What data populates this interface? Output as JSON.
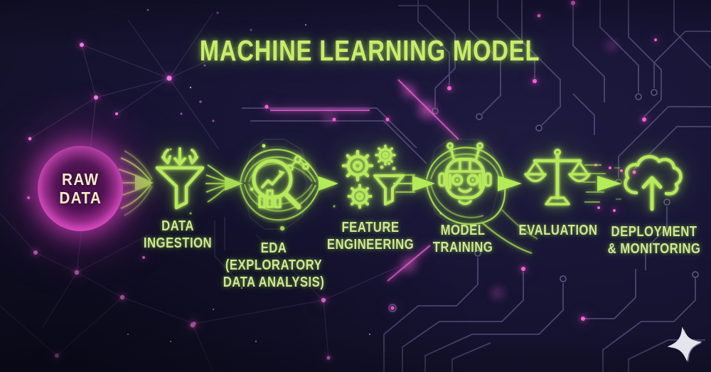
{
  "title": "MACHINE LEARNING MODEL",
  "source_node": {
    "name": "raw-data",
    "label_lines": [
      "RAW",
      "DATA"
    ]
  },
  "stages": [
    {
      "name": "data-ingestion",
      "icon": "funnel-ingestion-icon",
      "label_lines": [
        "DATA",
        "INGESTION"
      ]
    },
    {
      "name": "eda",
      "icon": "magnifier-analysis-icon",
      "label_lines": [
        "EDA",
        "(EXPLORATORY",
        "DATA ANALYSIS)"
      ]
    },
    {
      "name": "feature-engineering",
      "icon": "gears-funnel-icon",
      "label_lines": [
        "FEATURE",
        "ENGINEERING"
      ]
    },
    {
      "name": "model-training",
      "icon": "robot-icon",
      "label_lines": [
        "MODEL",
        "TRAINING"
      ]
    },
    {
      "name": "evaluation",
      "icon": "balance-scale-icon",
      "label_lines": [
        "EVALUATION"
      ]
    },
    {
      "name": "deployment-monitoring",
      "icon": "cloud-upload-icon",
      "label_lines": [
        "DEPLOYMENT",
        "& MONITORING"
      ]
    }
  ],
  "logo": {
    "name": "sparkle-logo"
  },
  "colors": {
    "background": "#171434",
    "title_green": "#c9ec69",
    "neon_green": "#b7ea5a",
    "label_green": "#cfe98f",
    "raw_node_pink": "#ec4fd0",
    "raw_text_cream": "#f3ecc4",
    "circuit_purple": "#55507a",
    "glow_pink": "#ff5fd8",
    "logo_white": "#e4e4ec"
  }
}
